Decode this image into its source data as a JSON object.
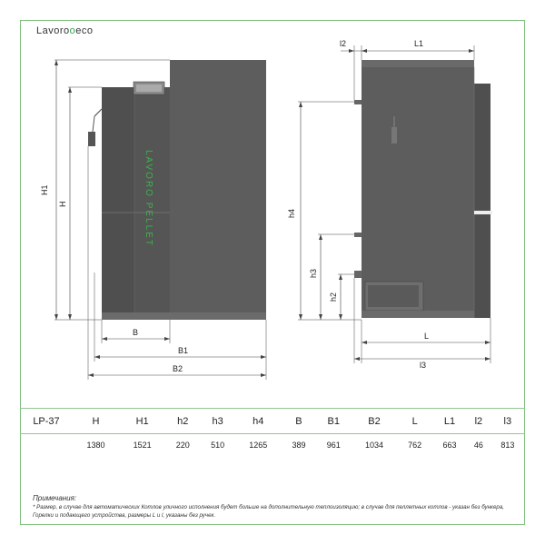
{
  "brand": {
    "name_left": "Lavoro",
    "name_mark": "o",
    "name_right": "eco"
  },
  "drawing": {
    "front_labels": {
      "H1": "H1",
      "H": "H",
      "B": "B",
      "B1": "B1",
      "B2": "B2",
      "side_text": "LAVORO PELLET"
    },
    "side_labels": {
      "l2": "l2",
      "L1": "L1",
      "h4": "h4",
      "h3": "h3",
      "h2": "h2",
      "L": "L",
      "l3": "l3"
    },
    "colors": {
      "body": "#5d5d5d",
      "body_dark": "#4f4f4f",
      "accent": "#39b54a",
      "line": "#333333"
    }
  },
  "table": {
    "model": "LP-37",
    "headers": [
      "H",
      "H1",
      "h2",
      "h3",
      "h4",
      "B",
      "B1",
      "B2",
      "L",
      "L1",
      "l2",
      "l3"
    ],
    "values": [
      "1380",
      "1521",
      "220",
      "510",
      "1265",
      "389",
      "961",
      "1034",
      "762",
      "663",
      "46",
      "813"
    ]
  },
  "note": {
    "title": "Примечания:",
    "text": "* Размер, в случае для автоматических Котлов уличного исполнения будет больше на дополнительную теплоизоляцию; в случае для пеллетных котлов - указан без бункера, Горелки и подающего устройства, размеры L и l, указаны без ручек."
  }
}
